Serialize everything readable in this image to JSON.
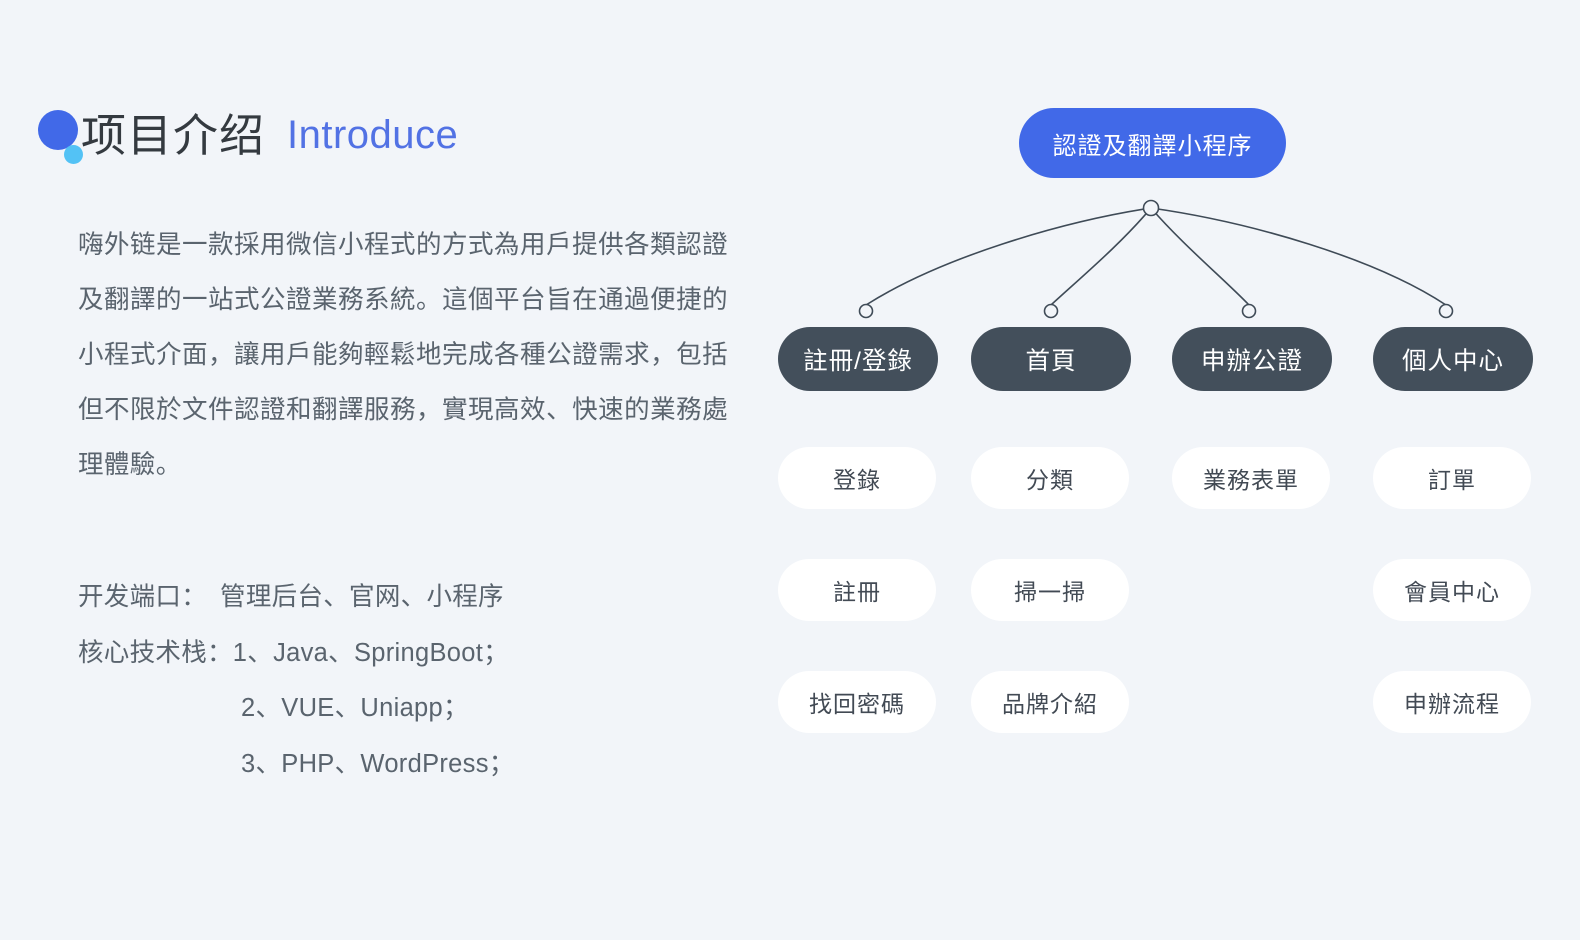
{
  "header": {
    "title_cn": "项目介绍",
    "title_en": "Introduce",
    "dot_primary_color": "#4169e8",
    "dot_secondary_color": "#53c2f5",
    "title_en_color": "#5272e4"
  },
  "description": {
    "paragraph": "嗨外链是一款採用微信小程式的方式為用戶提供各類認證及翻譯的一站式公證業務系統。這個平台旨在通過便捷的小程式介面，讓用戶能夠輕鬆地完成各種公證需求，包括但不限於文件認證和翻譯服務，實現高效、快速的業務處理體驗。"
  },
  "tech": {
    "lines": [
      "开发端口：　管理后台、官网、小程序",
      "核心技术栈：1、Java、SpringBoot；",
      "2、VUE、Uniapp；",
      "3、PHP、WordPress；"
    ],
    "line_0": "开发端口：　管理后台、官网、小程序",
    "line_1": "核心技术栈：1、Java、SpringBoot；",
    "line_2": "2、VUE、Uniapp；",
    "line_3": "3、PHP、WordPress；"
  },
  "mindmap": {
    "root": {
      "label": "認證及翻譯小程序",
      "color": "#4169e8",
      "text_color": "#ffffff"
    },
    "branch_color": "#434f5b",
    "leaf_color": "#ffffff",
    "connector_color": "#3f4b57",
    "branches": [
      {
        "label": "註冊/登錄",
        "children": [
          "登錄",
          "註冊",
          "找回密碼"
        ]
      },
      {
        "label": "首頁",
        "children": [
          "分類",
          "掃一掃",
          "品牌介紹"
        ]
      },
      {
        "label": "申辦公證",
        "children": [
          "業務表單",
          "",
          ""
        ]
      },
      {
        "label": "個人中心",
        "children": [
          "訂單",
          "會員中心",
          "申辦流程"
        ]
      }
    ]
  },
  "theme": {
    "background": "#f2f5f9",
    "body_text": "#5a646e",
    "heading_text": "#343a40"
  }
}
